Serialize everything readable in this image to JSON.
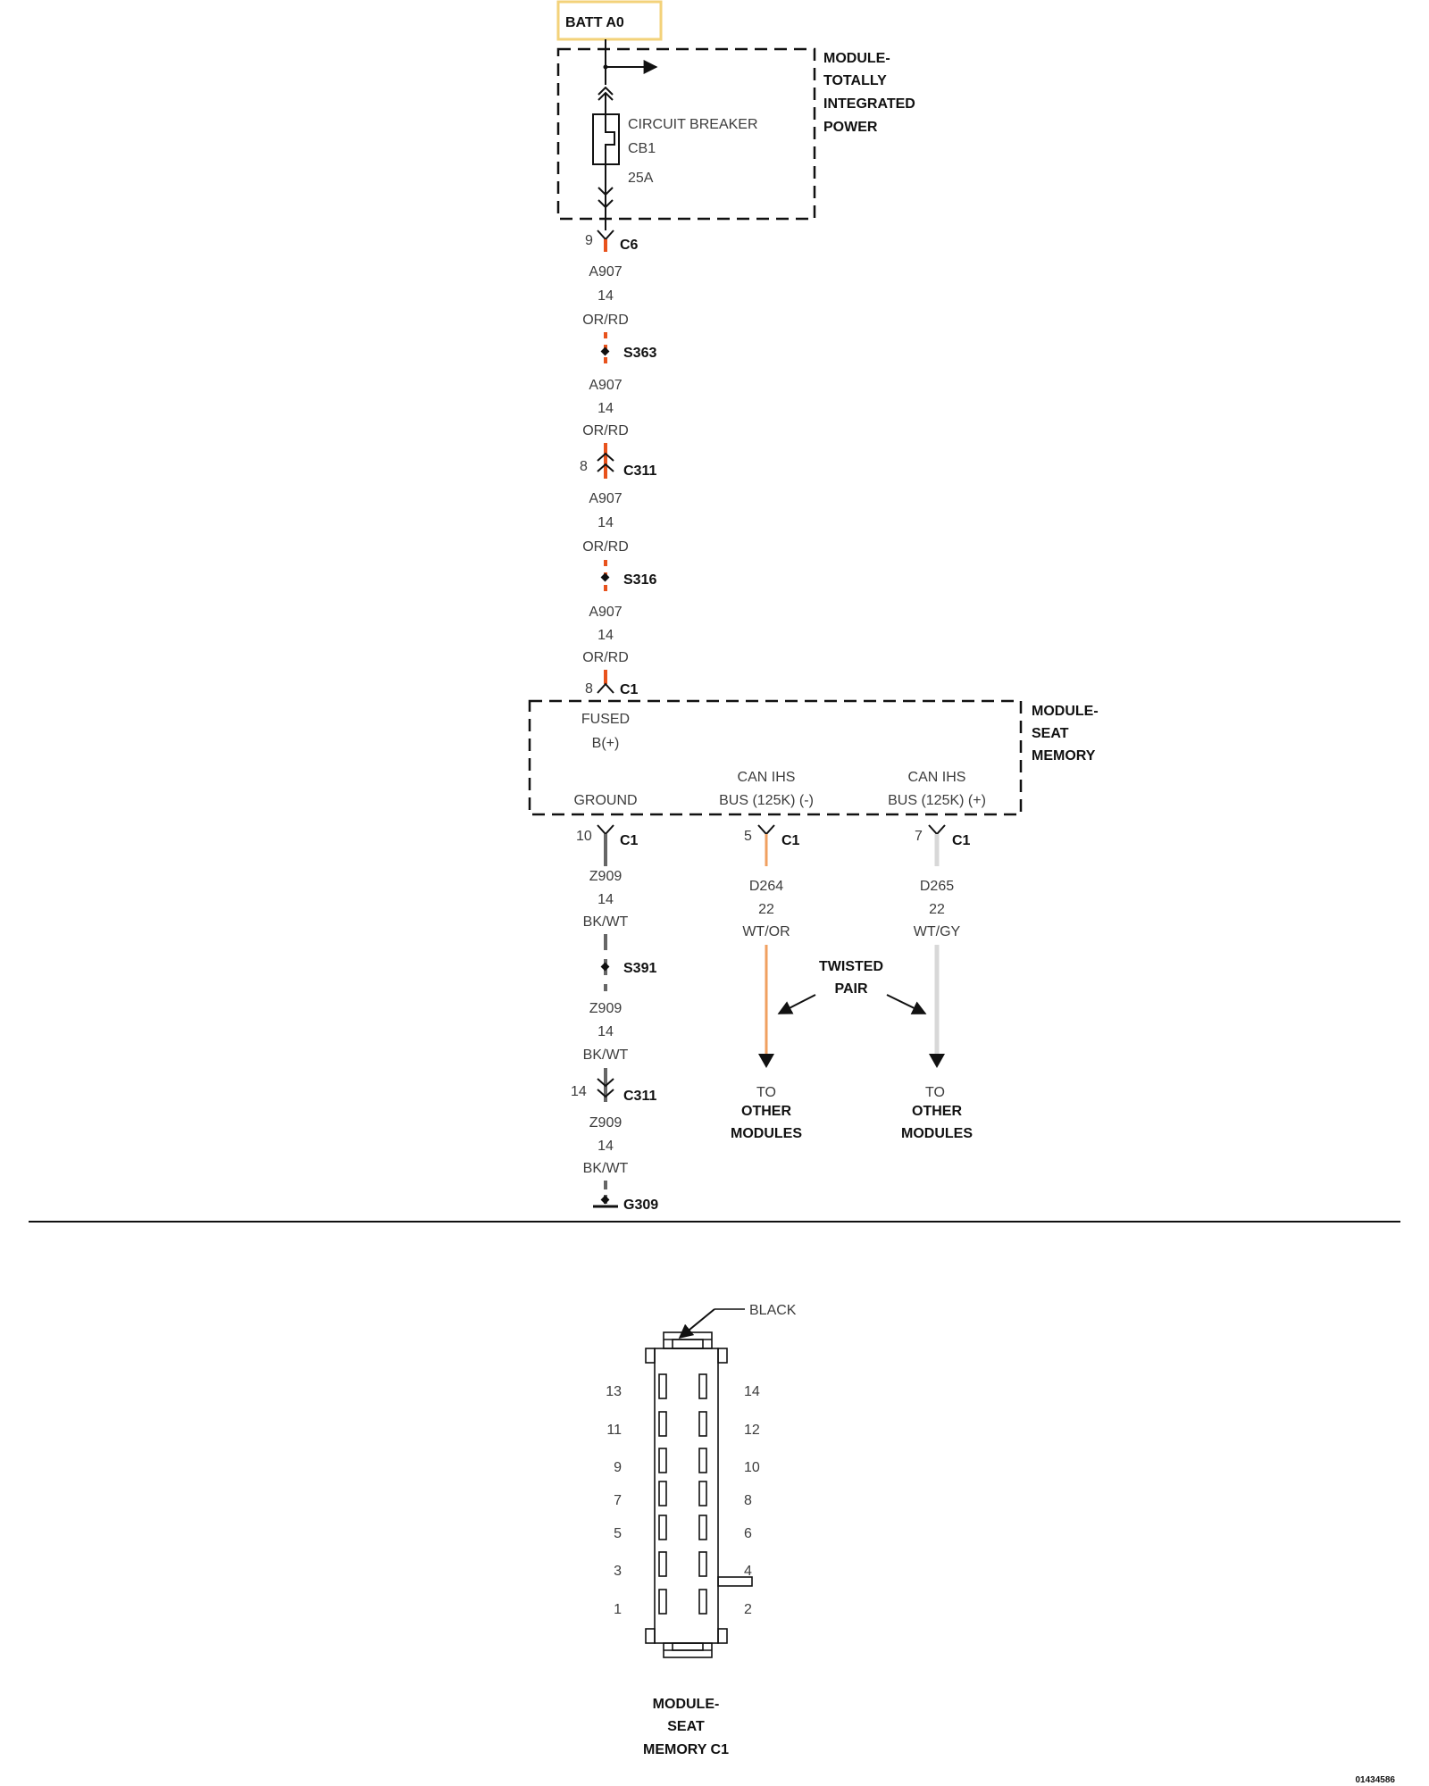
{
  "top_node": "BATT A0",
  "modules": {
    "tip": [
      "MODULE-",
      "TOTALLY",
      "INTEGRATED",
      "POWER"
    ],
    "seat_memory": [
      "MODULE-",
      "SEAT",
      "MEMORY"
    ]
  },
  "breaker": {
    "name": "CIRCUIT BREAKER",
    "id": "CB1",
    "rating": "25A"
  },
  "main_feed": {
    "wire": {
      "circuit": "A907",
      "gauge": "14",
      "color": "OR/RD"
    },
    "connectors": [
      {
        "pin": "9",
        "name": "C6"
      },
      {
        "pin": "8",
        "name": "C311"
      },
      {
        "pin": "8",
        "name": "C1"
      }
    ],
    "splices": [
      "S363",
      "S316"
    ]
  },
  "seat_module_pins": {
    "fused_b": [
      "FUSED",
      "B(+)"
    ],
    "ground": "GROUND",
    "can_minus": [
      "CAN IHS",
      "BUS (125K) (-)"
    ],
    "can_plus": [
      "CAN IHS",
      "BUS (125K) (+)"
    ]
  },
  "ground_circuit": {
    "pin": "10",
    "connector": "C1",
    "wire": {
      "circuit": "Z909",
      "gauge": "14",
      "color": "BK/WT"
    },
    "splice": "S391",
    "inline_connector": {
      "pin": "14",
      "name": "C311"
    },
    "ground": "G309"
  },
  "can_minus_circuit": {
    "pin": "5",
    "connector": "C1",
    "wire": {
      "circuit": "D264",
      "gauge": "22",
      "color": "WT/OR"
    },
    "destination": [
      "TO",
      "OTHER",
      "MODULES"
    ]
  },
  "can_plus_circuit": {
    "pin": "7",
    "connector": "C1",
    "wire": {
      "circuit": "D265",
      "gauge": "22",
      "color": "WT/GY"
    },
    "destination": [
      "TO",
      "OTHER",
      "MODULES"
    ]
  },
  "twisted_pair": [
    "TWISTED",
    "PAIR"
  ],
  "connector_view": {
    "color_label": "BLACK",
    "pins_left": [
      "13",
      "11",
      "9",
      "7",
      "5",
      "3",
      "1"
    ],
    "pins_right": [
      "14",
      "12",
      "10",
      "8",
      "6",
      "4",
      "2"
    ],
    "title": [
      "MODULE-",
      "SEAT",
      "MEMORY C1"
    ]
  },
  "figure_id": "01434586",
  "colors": {
    "or_rd": "#e8521c",
    "wt_or": "#f0a060",
    "wt_gy": "#d8d8d8",
    "bk_wt": "#666666",
    "batt_box": "#f3d27a"
  }
}
